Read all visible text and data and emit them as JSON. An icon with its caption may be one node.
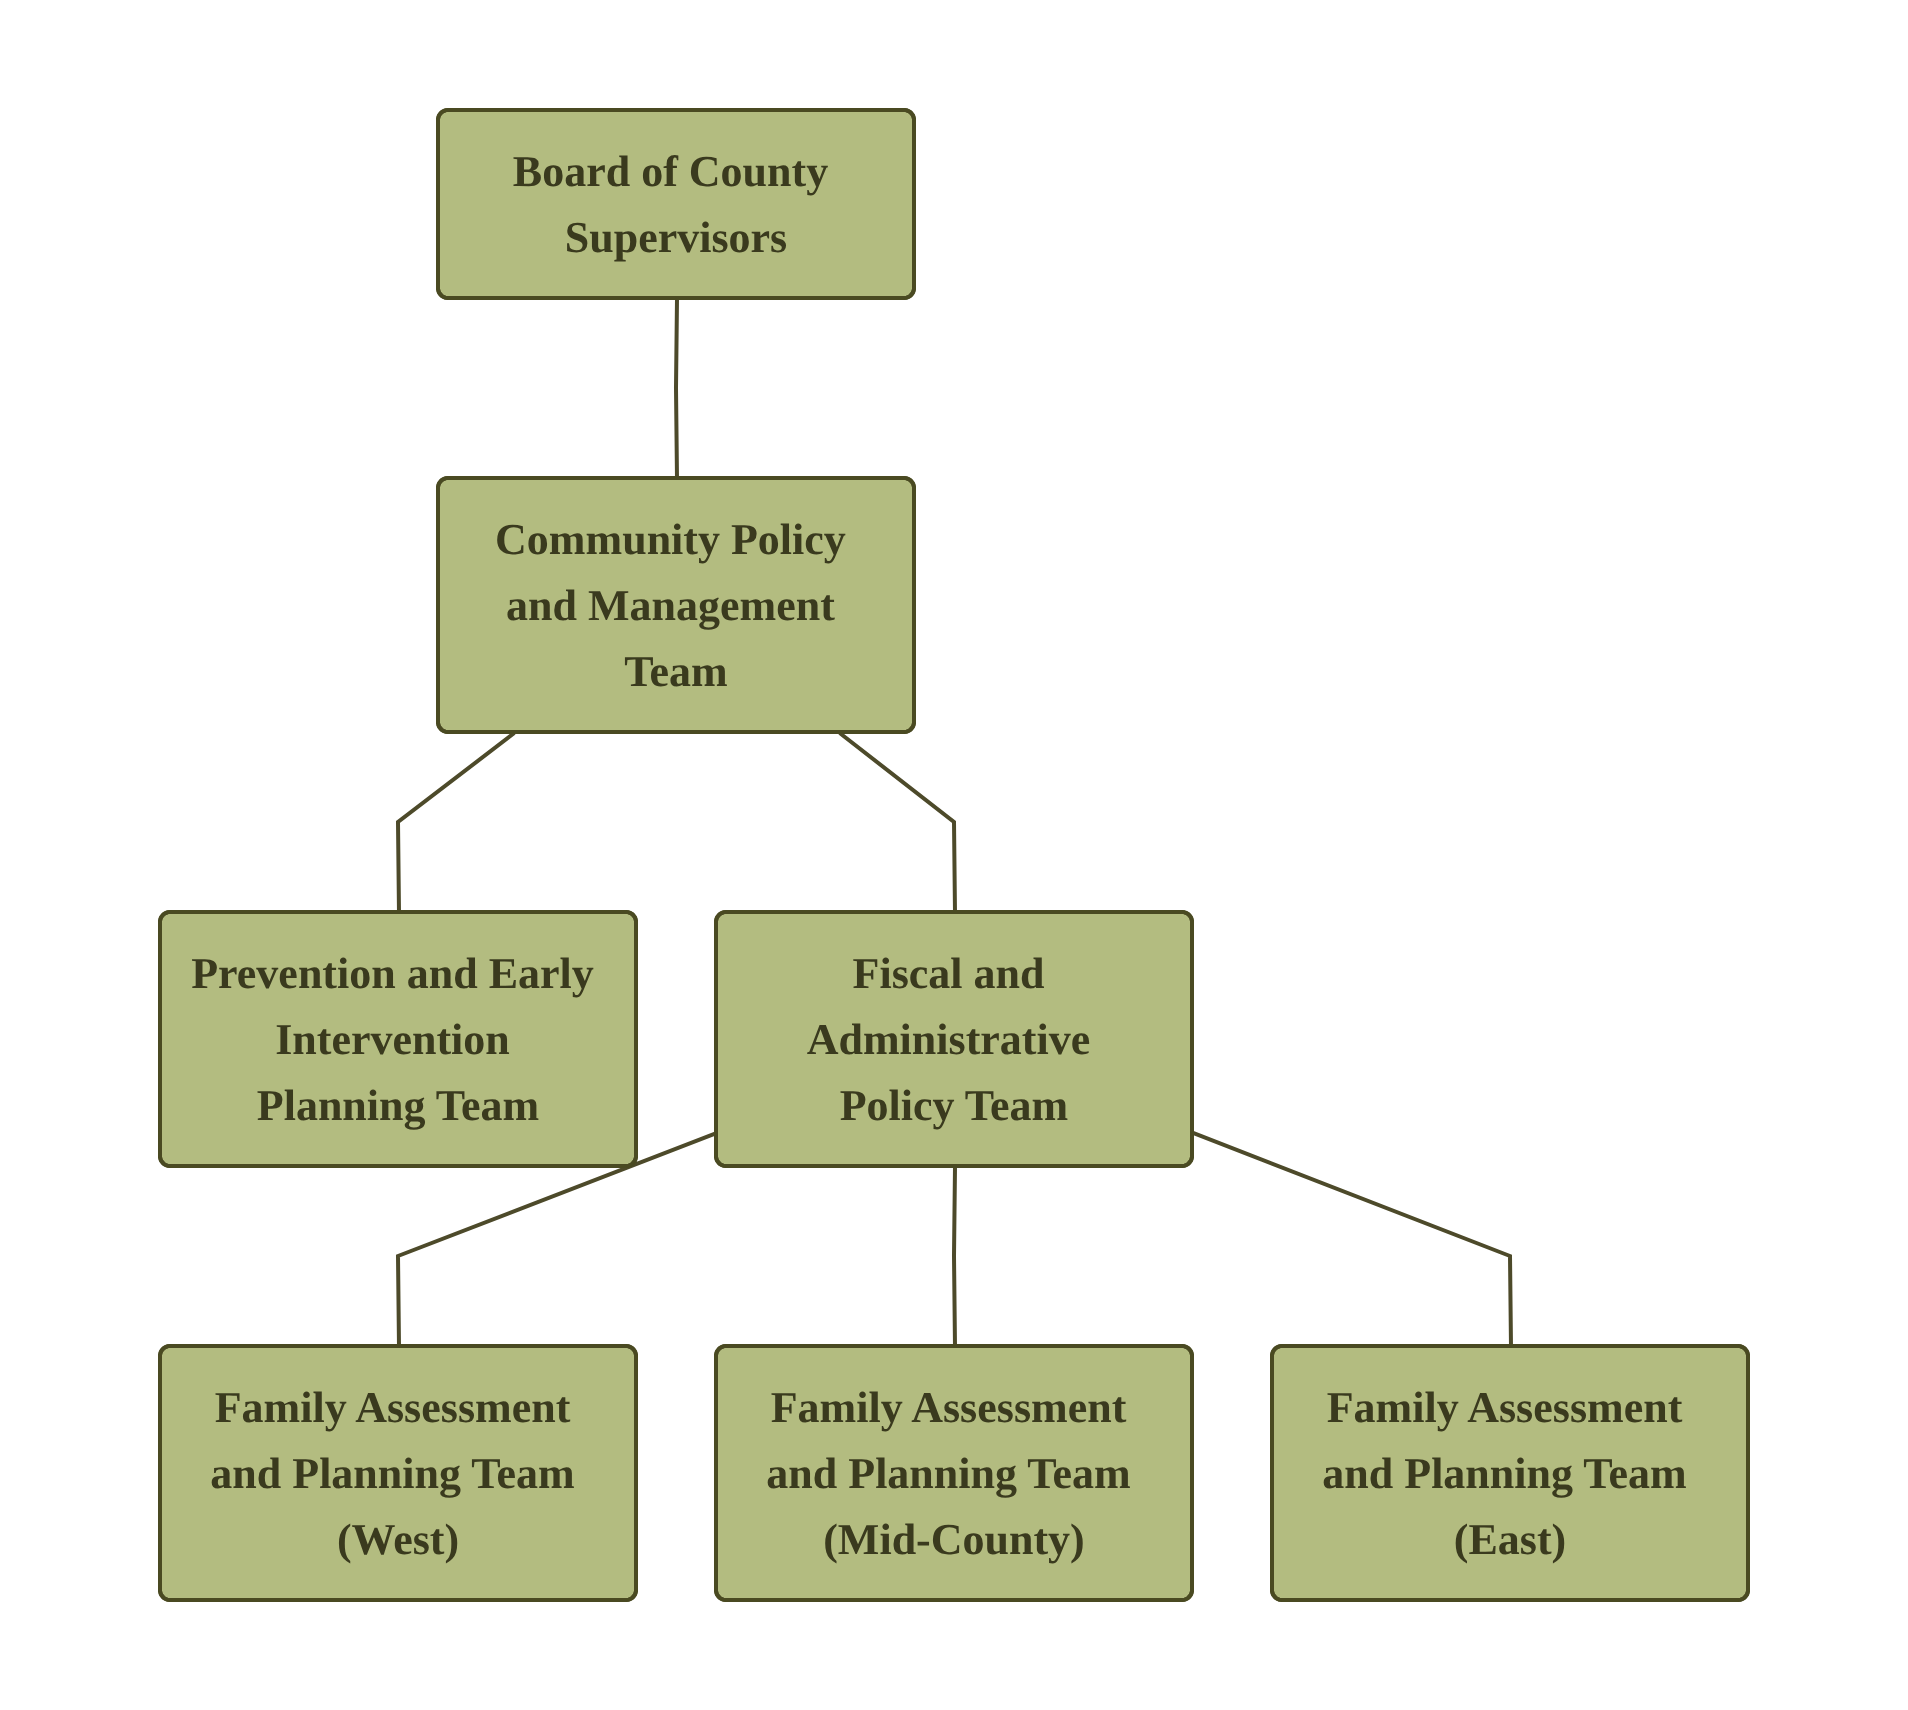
{
  "diagram": {
    "nodes": [
      {
        "text": [
          "Board of County Supervisors"
        ]
      },
      {
        "text": [
          "Community Policy and Management Team"
        ]
      },
      {
        "text": [
          "Prevention and Early Intervention Planning Team"
        ]
      },
      {
        "text": [
          "Fiscal and Administrative Policy Team"
        ]
      },
      {
        "text": [
          "Family Assessment and Planning Team (West)"
        ]
      },
      {
        "text": [
          "Family Assessment and Planning Team (Mid-County)"
        ]
      },
      {
        "text": [
          "Family Assessment and Planning Team (East)"
        ]
      }
    ],
    "edges": [
      {
        "from": 0,
        "to": 1,
        "arrow": "none"
      },
      {
        "from": 1,
        "to": 2,
        "arrow": "none"
      },
      {
        "from": 1,
        "to": 3,
        "arrow": "none"
      },
      {
        "from": 3,
        "to": 4,
        "arrow": "none"
      },
      {
        "from": 3,
        "to": 5,
        "arrow": "none"
      },
      {
        "from": 3,
        "to": 6,
        "arrow": "none"
      }
    ]
  }
}
